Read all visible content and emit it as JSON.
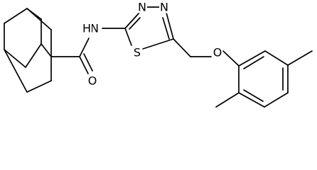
{
  "structure": {
    "atoms": {
      "amide_n": "N",
      "amide_h": "H",
      "carbonyl_o": "O",
      "thiadiazole_n3": "N",
      "thiadiazole_n4": "N",
      "thiadiazole_s": "S",
      "ether_o": "O"
    }
  }
}
